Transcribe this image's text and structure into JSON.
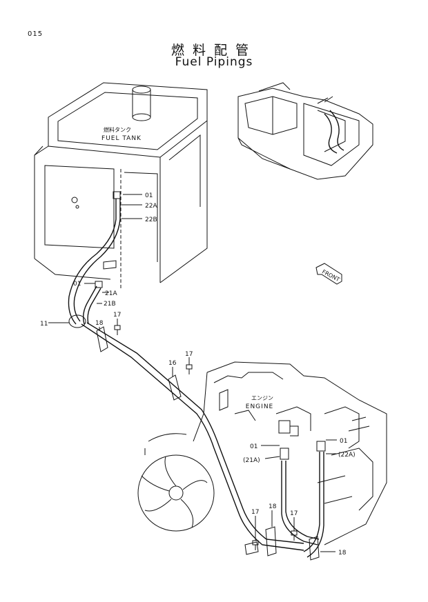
{
  "page_number": "015",
  "title_jp": "燃料配管",
  "title_en": "Fuel Pipings",
  "fuel_tank": {
    "label_jp": "燃料タンク",
    "label_en": "FUEL TANK"
  },
  "engine": {
    "label_jp": "エンジン",
    "label_en": "ENGINE"
  },
  "front_label": "FRONT",
  "callouts": {
    "c01_tank": "01",
    "c22a_tank": "22A",
    "c22b_tank": "22B",
    "c01_mid": "01",
    "c21a_mid": "21A",
    "c21b_mid": "21B",
    "c11": "11",
    "c18_a": "18",
    "c17_a": "17",
    "c16": "16",
    "c17_b": "17",
    "c01_eng_l": "01",
    "c21a_eng": "(21A)",
    "c01_eng_r": "01",
    "c22a_eng": "(22A)",
    "c17_c": "17",
    "c18_b": "18",
    "c17_d": "17",
    "c18_c": "18"
  }
}
